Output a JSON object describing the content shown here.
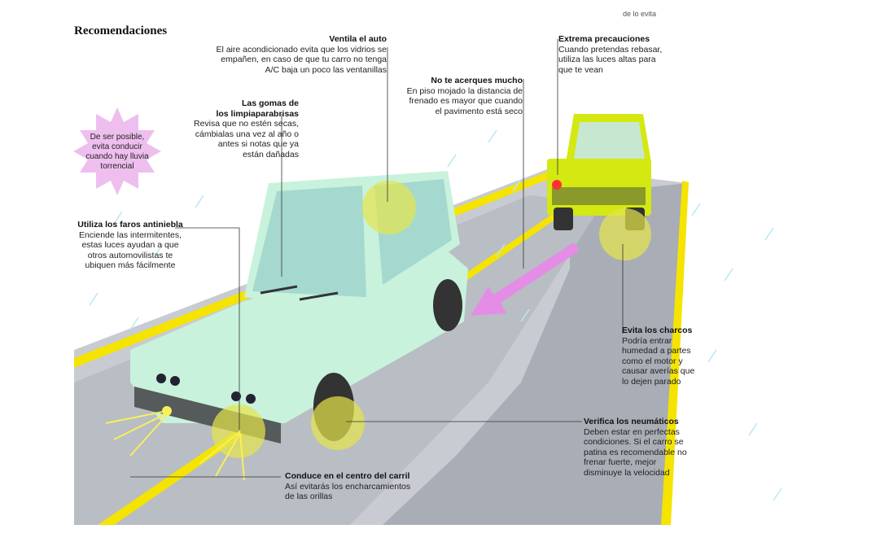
{
  "title": "Recomendaciones",
  "top_partial": "de lo evita",
  "bubble": "De ser posible,\nevita conducir\ncuando hay lluvia\ntorrencial",
  "callouts": {
    "ventila": {
      "heading": "Ventila el auto",
      "body": "El aire acondicionado evita que los vidrios se\nempañen, en caso de que tu carro no tenga\nA/C baja un poco las ventanillas"
    },
    "extrema": {
      "heading": "Extrema precauciones",
      "body": "Cuando pretendas rebasar,\nutiliza las luces altas para\nque te vean"
    },
    "no_acerques": {
      "heading": "No te acerques mucho",
      "body": "En piso mojado la distancia de\nfrenado es mayor que cuando\nel pavimento está seco"
    },
    "gomas": {
      "heading": "Las gomas de\nlos limpiaparabrisas",
      "body": "Revisa que no estén secas,\ncámbialas una vez al año o\nantes si notas que ya\nestán dañadas"
    },
    "faros": {
      "heading": "Utiliza los faros antiniebla",
      "body": "Enciende las intermitentes,\nestas luces ayudan a que\notros automovilistas te\nubiquen más fácilmente"
    },
    "charcos": {
      "heading": "Evita los charcos",
      "body": "Podría entrar\nhumedad a partes\ncomo el motor y\ncausar averías que\nlo dejen parado"
    },
    "neumaticos": {
      "heading": "Verifica los neumáticos",
      "body": "Deben estar en perfectas\ncondiciones. Si el carro se\npatina es recomendable no\nfrenar fuerte, mejor\ndisminuye la velocidad"
    },
    "centro": {
      "heading": "Conduce en el centro del carril",
      "body": "Así evitarás los encharcamientos\nde las orillas"
    }
  },
  "colors": {
    "road": "#c9ccd2",
    "lane_line": "#f5e400",
    "car": "#c8f2dc",
    "jeep": "#d4e812",
    "highlight": "#e6e64a",
    "arrow": "#e58de6",
    "bubble": "#eebfee"
  }
}
